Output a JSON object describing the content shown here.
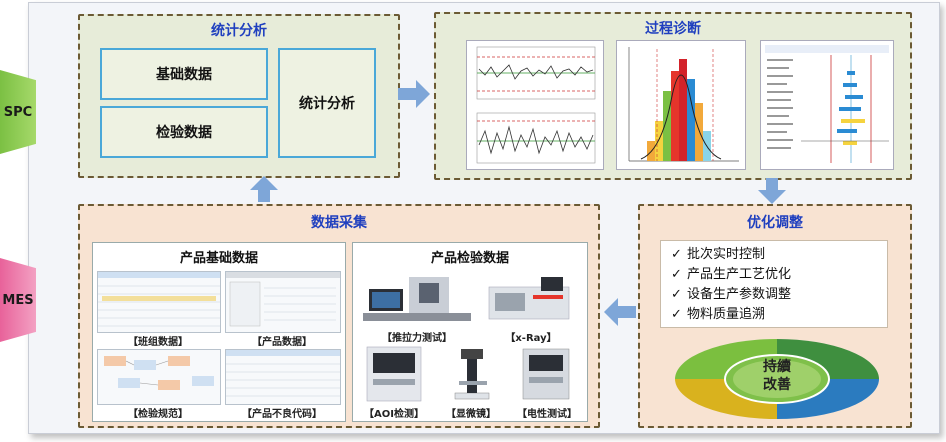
{
  "side_tabs": {
    "spc": "SPC",
    "mes": "MES"
  },
  "stat_panel": {
    "title": "统计分析",
    "basic_data": "基础数据",
    "inspection_data": "检验数据",
    "analysis": "统计分析"
  },
  "diag_panel": {
    "title": "过程诊断"
  },
  "data_panel": {
    "title": "数据采集",
    "product_base": {
      "title": "产品基础数据",
      "captions": [
        "【班组数据】",
        "【产品数据】",
        "【检验规范】",
        "【产品不良代码】"
      ]
    },
    "product_inspect": {
      "title": "产品检验数据",
      "captions": [
        "【推拉力测试】",
        "【x-Ray】",
        "【AOI检测】",
        "【显微镜】",
        "【电性测试】"
      ]
    }
  },
  "opt_panel": {
    "title": "优化调整",
    "items": [
      "批次实时控制",
      "产品生产工艺优化",
      "设备生产参数调整",
      "物料质量追溯"
    ],
    "cycle_center": [
      "持續",
      "改善"
    ]
  },
  "colors": {
    "title_blue": "#1f3fbf",
    "arrow_blue": "#7ea6d8",
    "green_panel": "#e7ecd9",
    "orange_panel": "#f8e3d2",
    "box_border": "#4aa8d8"
  }
}
